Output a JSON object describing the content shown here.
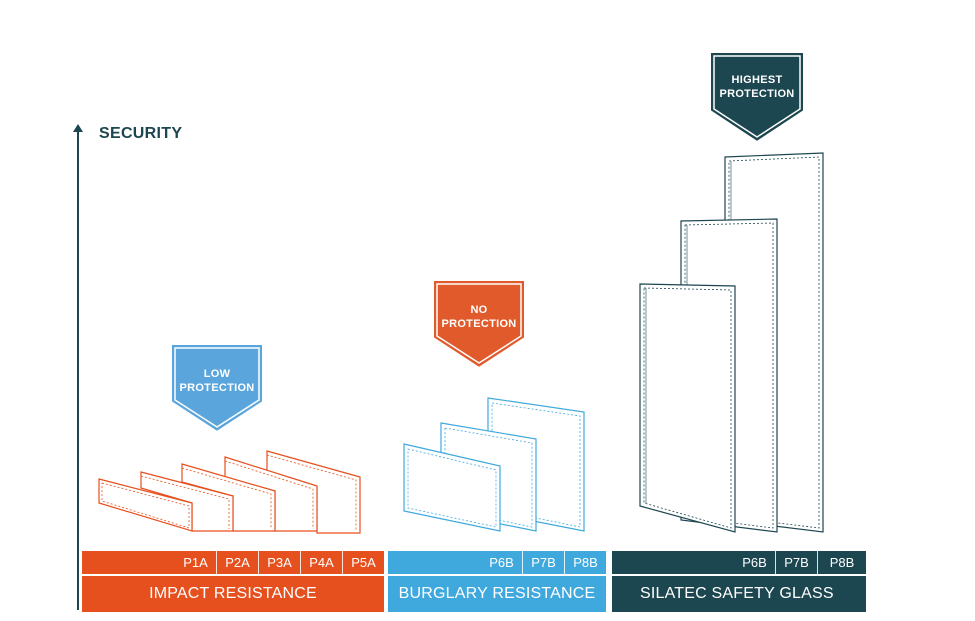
{
  "axis": {
    "label": "SECURITY"
  },
  "badges": {
    "low": {
      "line1": "LOW",
      "line2": "PROTECTION",
      "color": "#5aa6dc"
    },
    "no": {
      "line1": "NO",
      "line2": "PROTECTION",
      "color": "#e05a2b"
    },
    "high": {
      "line1": "HIGHEST",
      "line2": "PROTECTION",
      "color": "#1c4650"
    }
  },
  "bands": {
    "impact": {
      "title": "IMPACT RESISTANCE",
      "grades": [
        "P1A",
        "P2A",
        "P3A",
        "P4A",
        "P5A"
      ],
      "color": "#e6501e"
    },
    "burglary": {
      "title": "BURGLARY RESISTANCE",
      "grades": [
        "P6B",
        "P7B",
        "P8B"
      ],
      "color": "#3fa9de"
    },
    "silatec": {
      "title": "SILATEC SAFETY GLASS",
      "grades": [
        "P6B",
        "P7B",
        "P8B"
      ],
      "color": "#1c4650"
    }
  },
  "colors": {
    "impact_pane": "#e6501e",
    "burglary_pane": "#3fa9de",
    "silatec_pane": "#1c4650"
  }
}
